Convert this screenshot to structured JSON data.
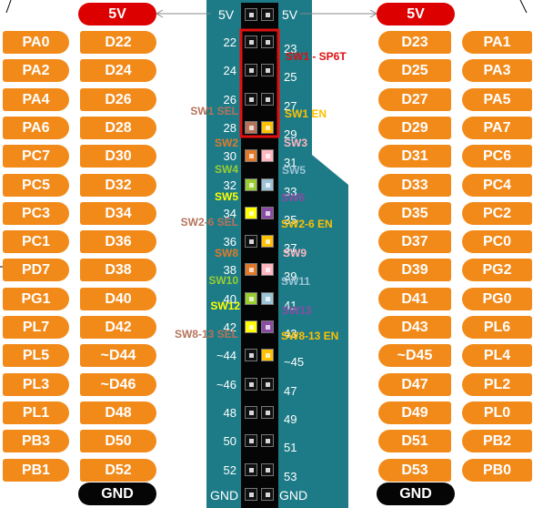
{
  "power": {
    "left_label": "5V",
    "right_label": "5V",
    "header_left": "5V",
    "header_right": "5V"
  },
  "ground": {
    "left_label": "GND",
    "right_label": "GND",
    "header_left": "GND",
    "header_right": "GND"
  },
  "rows": [
    {
      "port_left": "PA0",
      "pin_left": "D22",
      "num_left": "22",
      "num_right": "23",
      "pin_right": "D23",
      "port_right": "PA1"
    },
    {
      "port_left": "PA2",
      "pin_left": "D24",
      "num_left": "24",
      "num_right": "25",
      "pin_right": "D25",
      "port_right": "PA3"
    },
    {
      "port_left": "PA4",
      "pin_left": "D26",
      "num_left": "26",
      "num_right": "27",
      "pin_right": "D27",
      "port_right": "PA5"
    },
    {
      "port_left": "PA6",
      "pin_left": "D28",
      "num_left": "28",
      "num_right": "29",
      "pin_right": "D29",
      "port_right": "PA7"
    },
    {
      "port_left": "PC7",
      "pin_left": "D30",
      "num_left": "30",
      "num_right": "31",
      "pin_right": "D31",
      "port_right": "PC6"
    },
    {
      "port_left": "PC5",
      "pin_left": "D32",
      "num_left": "32",
      "num_right": "33",
      "pin_right": "D33",
      "port_right": "PC4"
    },
    {
      "port_left": "PC3",
      "pin_left": "D34",
      "num_left": "34",
      "num_right": "35",
      "pin_right": "D35",
      "port_right": "PC2"
    },
    {
      "port_left": "PC1",
      "pin_left": "D36",
      "num_left": "36",
      "num_right": "37",
      "pin_right": "D37",
      "port_right": "PC0"
    },
    {
      "port_left": "PD7",
      "pin_left": "D38",
      "num_left": "38",
      "num_right": "39",
      "pin_right": "D39",
      "port_right": "PG2"
    },
    {
      "port_left": "PG1",
      "pin_left": "D40",
      "num_left": "40",
      "num_right": "41",
      "pin_right": "D41",
      "port_right": "PG0"
    },
    {
      "port_left": "PL7",
      "pin_left": "D42",
      "num_left": "42",
      "num_right": "43",
      "pin_right": "D43",
      "port_right": "PL6"
    },
    {
      "port_left": "PL5",
      "pin_left": "~D44",
      "num_left": "~44",
      "num_right": "~45",
      "pin_right": "~D45",
      "port_right": "PL4"
    },
    {
      "port_left": "PL3",
      "pin_left": "~D46",
      "num_left": "~46",
      "num_right": "47",
      "pin_right": "D47",
      "port_right": "PL2"
    },
    {
      "port_left": "PL1",
      "pin_left": "D48",
      "num_left": "48",
      "num_right": "49",
      "pin_right": "D49",
      "port_right": "PL0"
    },
    {
      "port_left": "PB3",
      "pin_left": "D50",
      "num_left": "50",
      "num_right": "51",
      "pin_right": "D51",
      "port_right": "PB2"
    },
    {
      "port_left": "PB1",
      "pin_left": "D52",
      "num_left": "52",
      "num_right": "53",
      "pin_right": "D53",
      "port_right": "PB0"
    }
  ],
  "switch_labels": {
    "sw1_sp6t": "SW1 - SP6T",
    "sw1_sel": "SW1 SEL",
    "sw1_en": "SW1 EN",
    "sw2": "SW2",
    "sw3": "SW3",
    "sw4": "SW4",
    "sw5_right": "SW5",
    "sw5_left": "SW5",
    "sw6": "SW6",
    "sw2_6_sel": "SW2-6 SEL",
    "sw2_6_en": "SW2-6 EN",
    "sw8": "SW8",
    "sw9": "SW9",
    "sw10": "SW10",
    "sw11": "SW11",
    "sw12": "SW12",
    "sw13": "SW13",
    "sw8_13_sel": "SW8-13 SEL",
    "sw8_13_en": "SW8-13 EN"
  },
  "pin_colors": {
    "left": [
      "#111111",
      "#111111",
      "#111111",
      "#b5735a",
      "#e07a2a",
      "#9acd32",
      "#ffff00",
      "#111111",
      "#e07a2a",
      "#9acd32",
      "#ffff00",
      "#111111",
      "#111111",
      "#111111",
      "#111111",
      "#111111"
    ],
    "right": [
      "#111111",
      "#111111",
      "#111111",
      "#ffc000",
      "#ffb6c1",
      "#9cc3d5",
      "#8a4ca3",
      "#ffc000",
      "#ffb6c1",
      "#9cc3d5",
      "#8a4ca3",
      "#ffc000",
      "#111111",
      "#111111",
      "#111111",
      "#111111"
    ]
  },
  "colors": {
    "board": "#1d7b87",
    "header": "#000000",
    "pill_orange": "#f28a1a",
    "power_red": "#dd0000",
    "sw1_box": "#e01010"
  }
}
